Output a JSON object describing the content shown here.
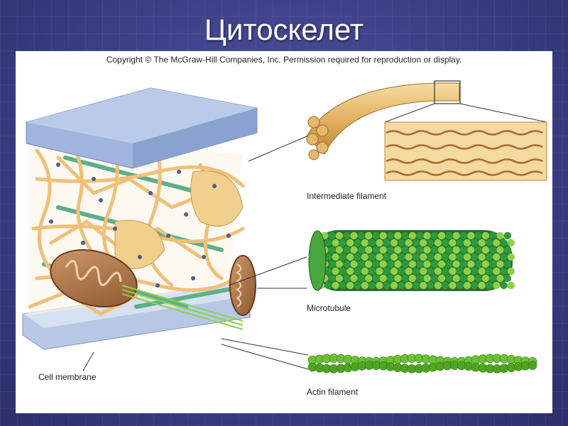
{
  "slide": {
    "title": "Цитоскелет"
  },
  "figure": {
    "copyright": "Copyright © The McGraw-Hill Companies, Inc. Permission required for reproduction or display.",
    "labels": {
      "intermediate_filament": "Intermediate filament",
      "microtubule": "Microtubule",
      "actin_filament": "Actin filament",
      "cell_membrane": "Cell membrane"
    }
  },
  "colors": {
    "background": "#3c3f86",
    "membrane": "#a9bfe0",
    "filament_tan": "#e8b86a",
    "microtubule_dark": "#2f9a3a",
    "microtubule_light": "#8fd04a",
    "actin": "#6cc232",
    "mitochondrion": "#a8683a"
  }
}
